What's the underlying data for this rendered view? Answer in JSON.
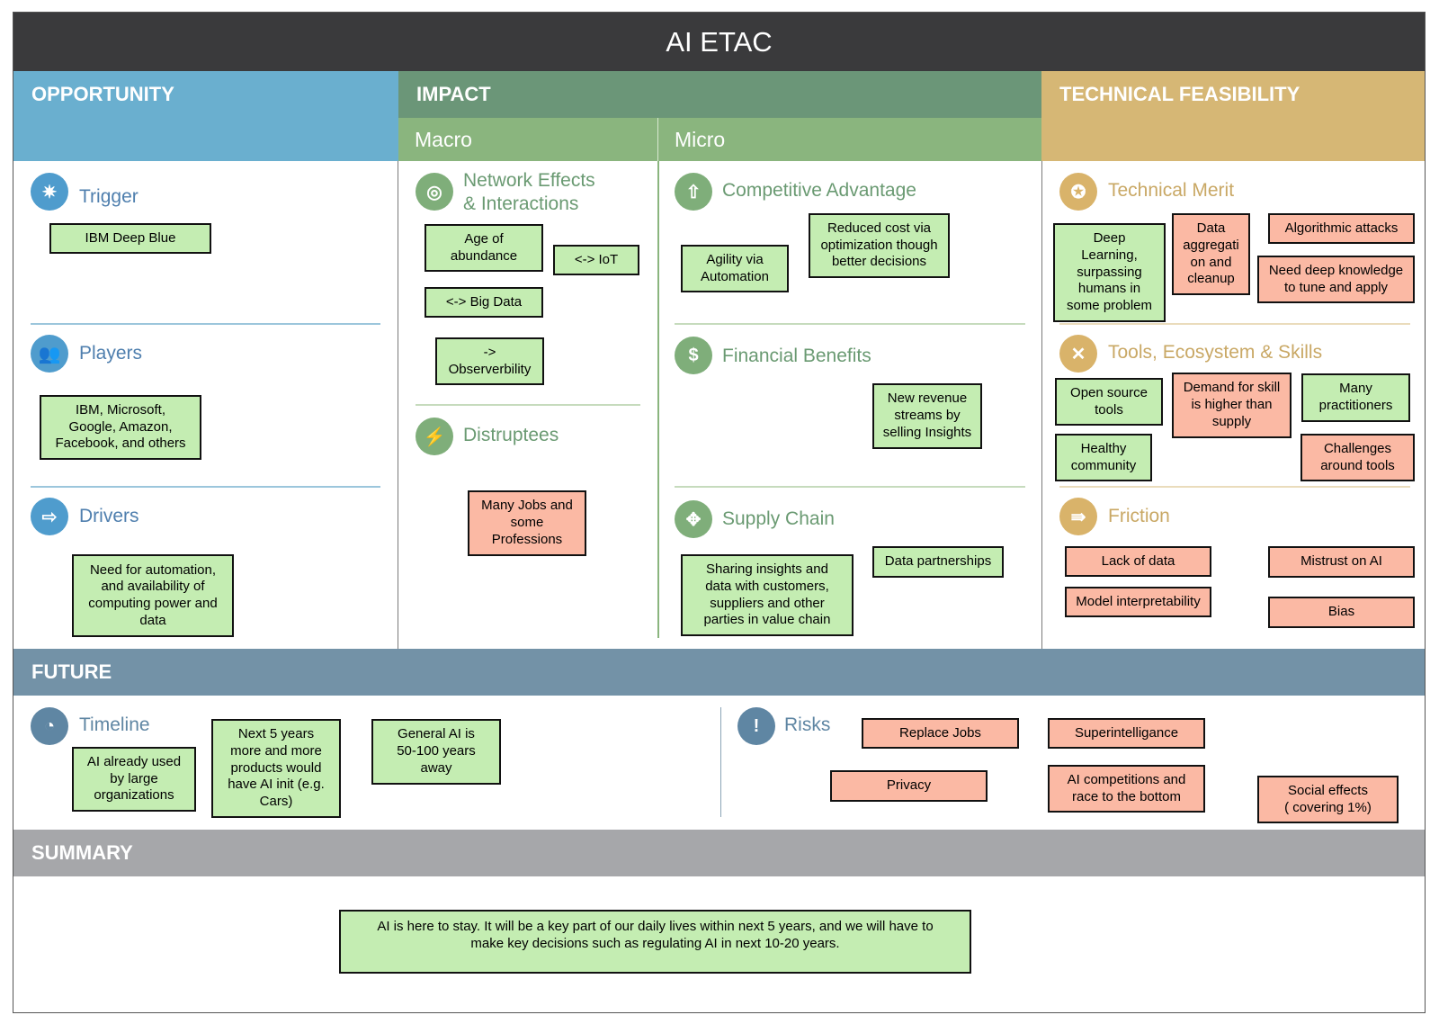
{
  "title": "AI ETAC",
  "colors": {
    "opportunity": "#6aafcf",
    "impact": "#6b9678",
    "impact_sub": "#8ab57e",
    "feasibility": "#d6b775",
    "future": "#7392a7",
    "summary": "#a6a7aa",
    "note_green": "#c4edb2",
    "note_red": "#fbb9a4"
  },
  "headers": {
    "opportunity": "OPPORTUNITY",
    "impact": "IMPACT",
    "macro": "Macro",
    "micro": "Micro",
    "feasibility": "TECHNICAL FEASIBILITY",
    "future": "FUTURE",
    "summary": "SUMMARY"
  },
  "sections": {
    "trigger": "Trigger",
    "players": "Players",
    "drivers": "Drivers",
    "network": "Network Effects\n& Interactions",
    "distruptees": "Distruptees",
    "competitive": "Competitive Advantage",
    "financial": "Financial Benefits",
    "supply": "Supply Chain",
    "merit": "Technical Merit",
    "tools": "Tools, Ecosystem & Skills",
    "friction": "Friction",
    "timeline": "Timeline",
    "risks": "Risks"
  },
  "icons": {
    "trigger": "star-icon",
    "players": "people-icon",
    "drivers": "arrow-icon",
    "network": "target-icon",
    "distruptees": "disrupt-icon",
    "competitive": "arrow-up-icon",
    "financial": "dollar-icon",
    "supply": "arrows-icon",
    "merit": "medal-icon",
    "tools": "wrench-icon",
    "friction": "friction-icon",
    "timeline": "clock-icon",
    "risks": "risk-icon"
  },
  "notes": {
    "trigger1": "IBM Deep Blue",
    "players1": "IBM, Microsoft,\nGoogle, Amazon,\nFacebook, and others",
    "drivers1": "Need for automation,\nand availability of\ncomputing power and\ndata",
    "net1": "Age of\nabundance",
    "net2": "<-> IoT",
    "net3": "<-> Big Data",
    "net4": "->\nObserverbility",
    "dis1": "Many Jobs and\nsome\nProfessions",
    "comp1": "Agility via\nAutomation",
    "comp2": "Reduced cost via\noptimization though\nbetter decisions",
    "fin1": "New revenue\nstreams by\nselling Insights",
    "sup1": "Sharing insights and\ndata with customers,\nsuppliers and other\nparties in value chain",
    "sup2": "Data partnerships",
    "merit1": "Deep\nLearning,\nsurpassing\nhumans in\nsome problem",
    "merit2": "Data\naggregati\non and\ncleanup",
    "merit3": "Algorithmic attacks",
    "merit4": "Need deep knowledge\nto tune and apply",
    "tools1": "Open source\ntools",
    "tools2": "Demand for skill\nis higher than\nsupply",
    "tools3": "Many\npractitioners",
    "tools4": "Healthy\ncommunity",
    "tools5": "Challenges\naround tools",
    "fric1": "Lack of data",
    "fric2": "Mistrust on AI",
    "fric3": "Model interpretability",
    "fric4": "Bias",
    "time1": "AI already used\nby large\norganizations",
    "time2": "Next 5 years\nmore and more\nproducts would\nhave AI init (e.g.\nCars)",
    "time3": "General AI is\n50-100 years\naway",
    "risk1": "Replace Jobs",
    "risk2": "Superintelligance",
    "risk3": "Privacy",
    "risk4": "AI competitions and\nrace to the bottom",
    "risk5": "Social effects\n( covering 1%)",
    "summary1": "AI is here to stay. It will be a key part of our daily lives within next 5 years, and we will have to\nmake key decisions such as regulating AI in next 10-20 years."
  }
}
